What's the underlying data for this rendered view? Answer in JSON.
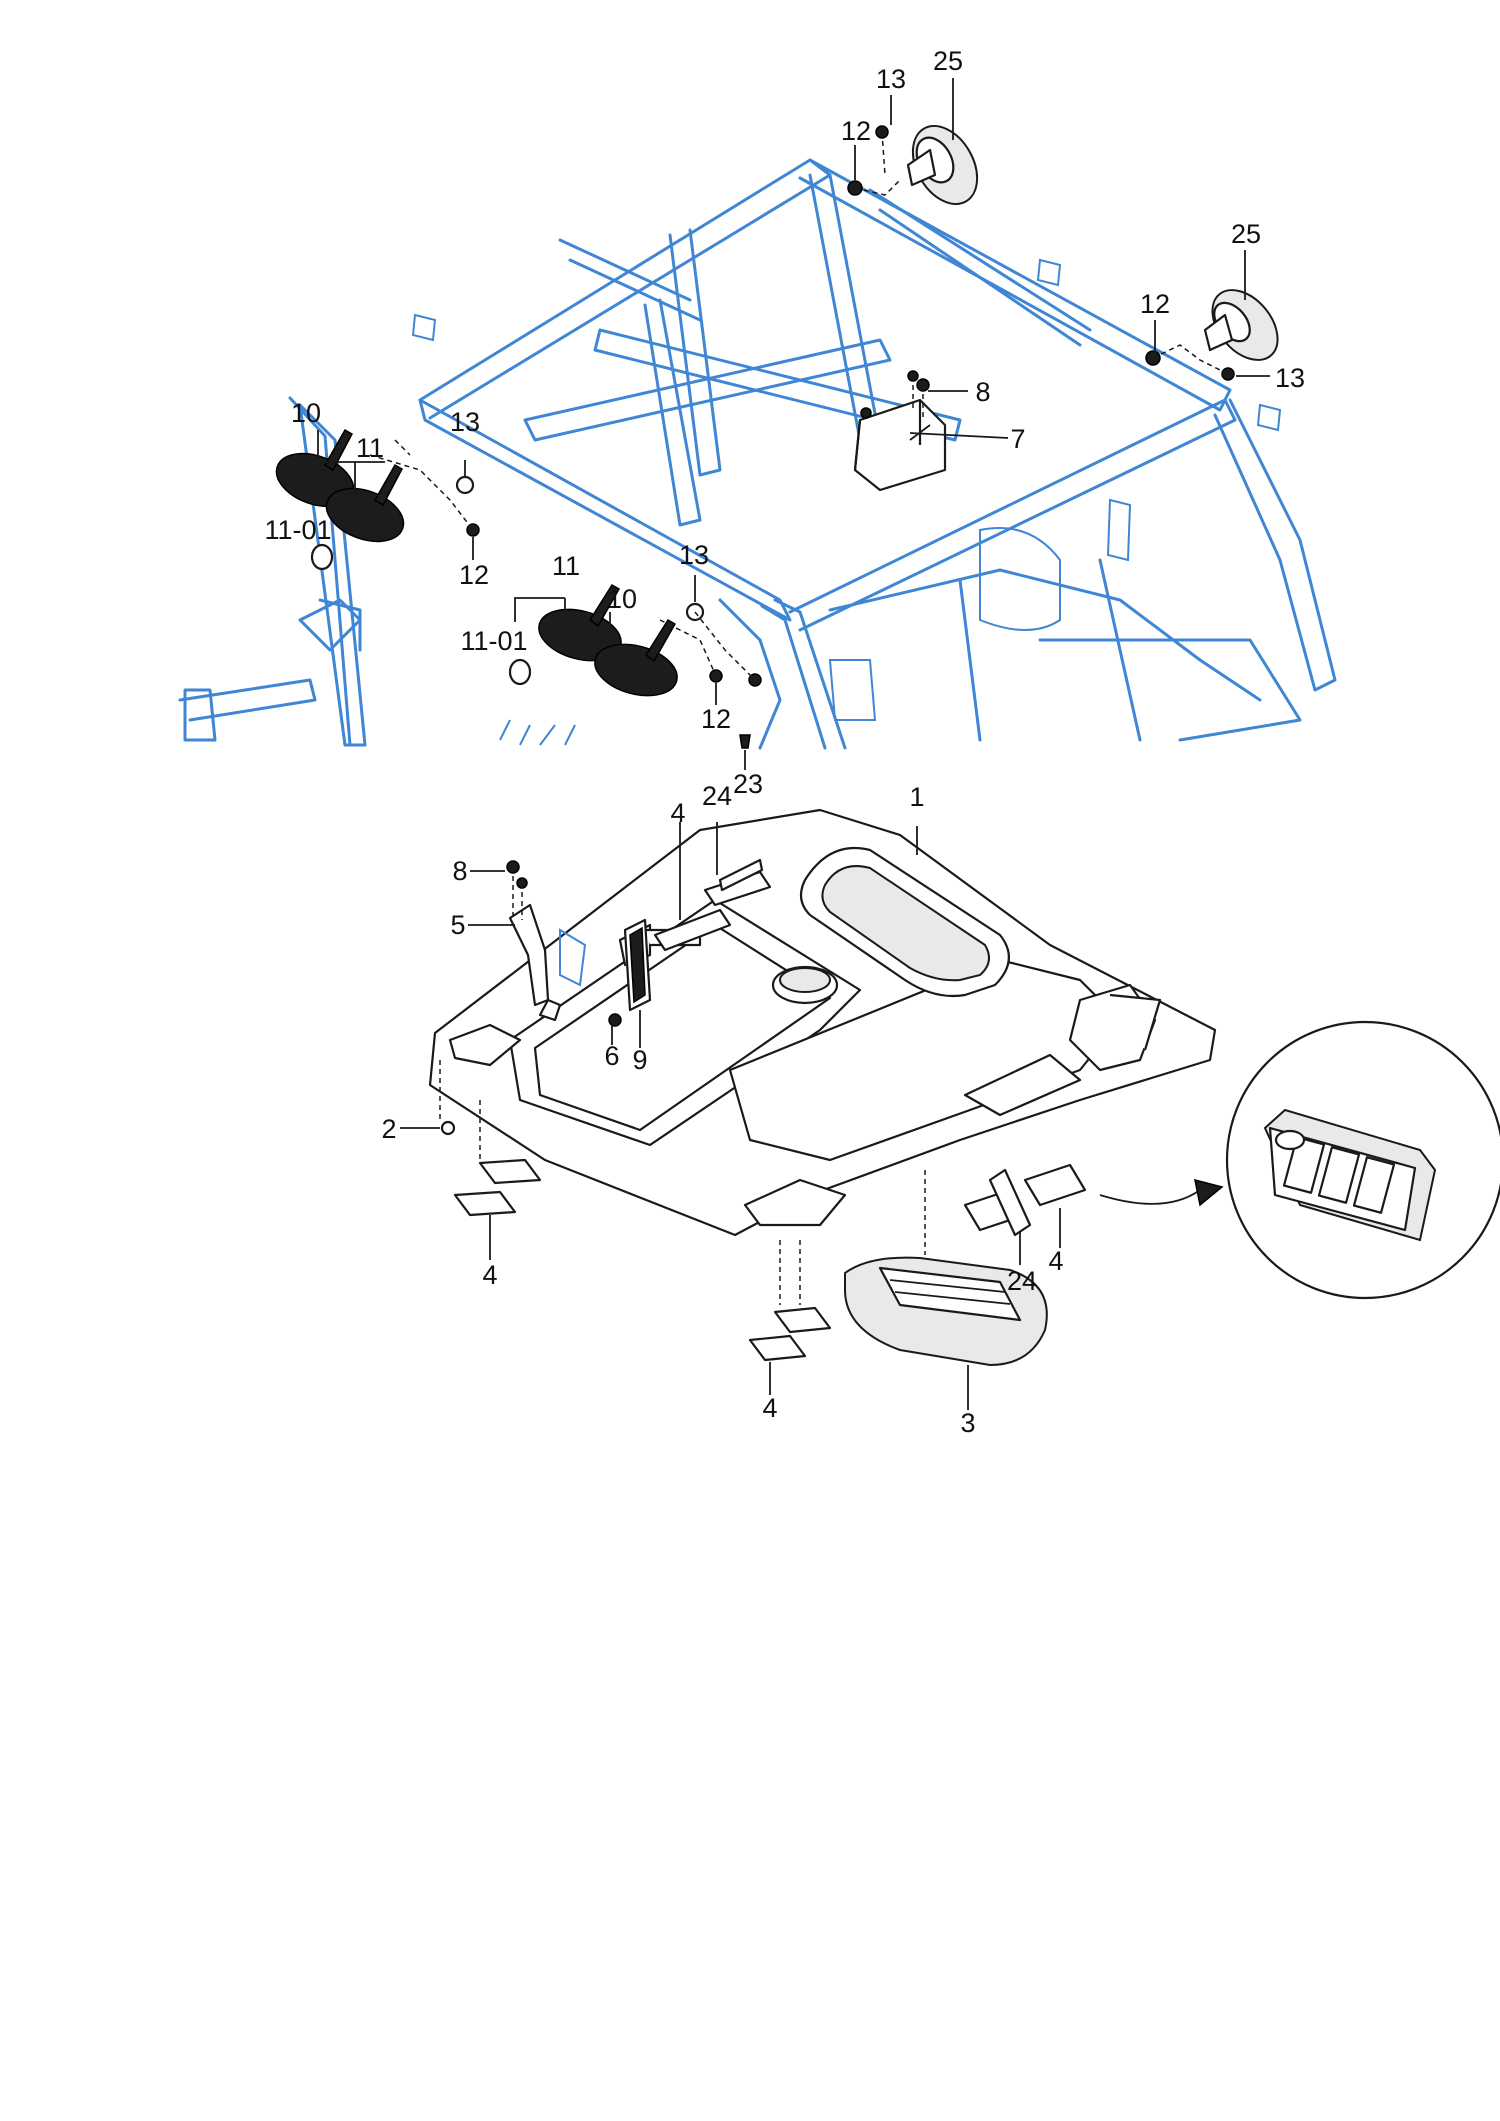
{
  "callouts": {
    "c_25_top": "25",
    "c_13_top": "13",
    "c_12_top": "12",
    "c_25_right": "25",
    "c_12_right": "12",
    "c_13_right": "13",
    "c_8_upper": "8",
    "c_7": "7",
    "c_10_left": "10",
    "c_11_left": "11",
    "c_13_left": "13",
    "c_11_01_left": "11-01",
    "c_12_left": "12",
    "c_11_mid": "11",
    "c_10_mid": "10",
    "c_13_mid": "13",
    "c_11_01_mid": "11-01",
    "c_12_mid": "12",
    "c_23": "23",
    "c_4_top": "4",
    "c_24_top": "24",
    "c_1": "1",
    "c_8_lower": "8",
    "c_5": "5",
    "c_6": "6",
    "c_9": "9",
    "c_2": "2",
    "c_4_left": "4",
    "c_4_bottom": "4",
    "c_3": "3",
    "c_24_right": "24",
    "c_4_right": "4"
  },
  "colors": {
    "frame": "#3f86d4",
    "line": "#1a1a1a"
  },
  "icons": [
    "roll-cage-frame",
    "work-light",
    "speaker",
    "headliner-panel",
    "air-vent",
    "dome-light",
    "switch-panel-detail"
  ]
}
